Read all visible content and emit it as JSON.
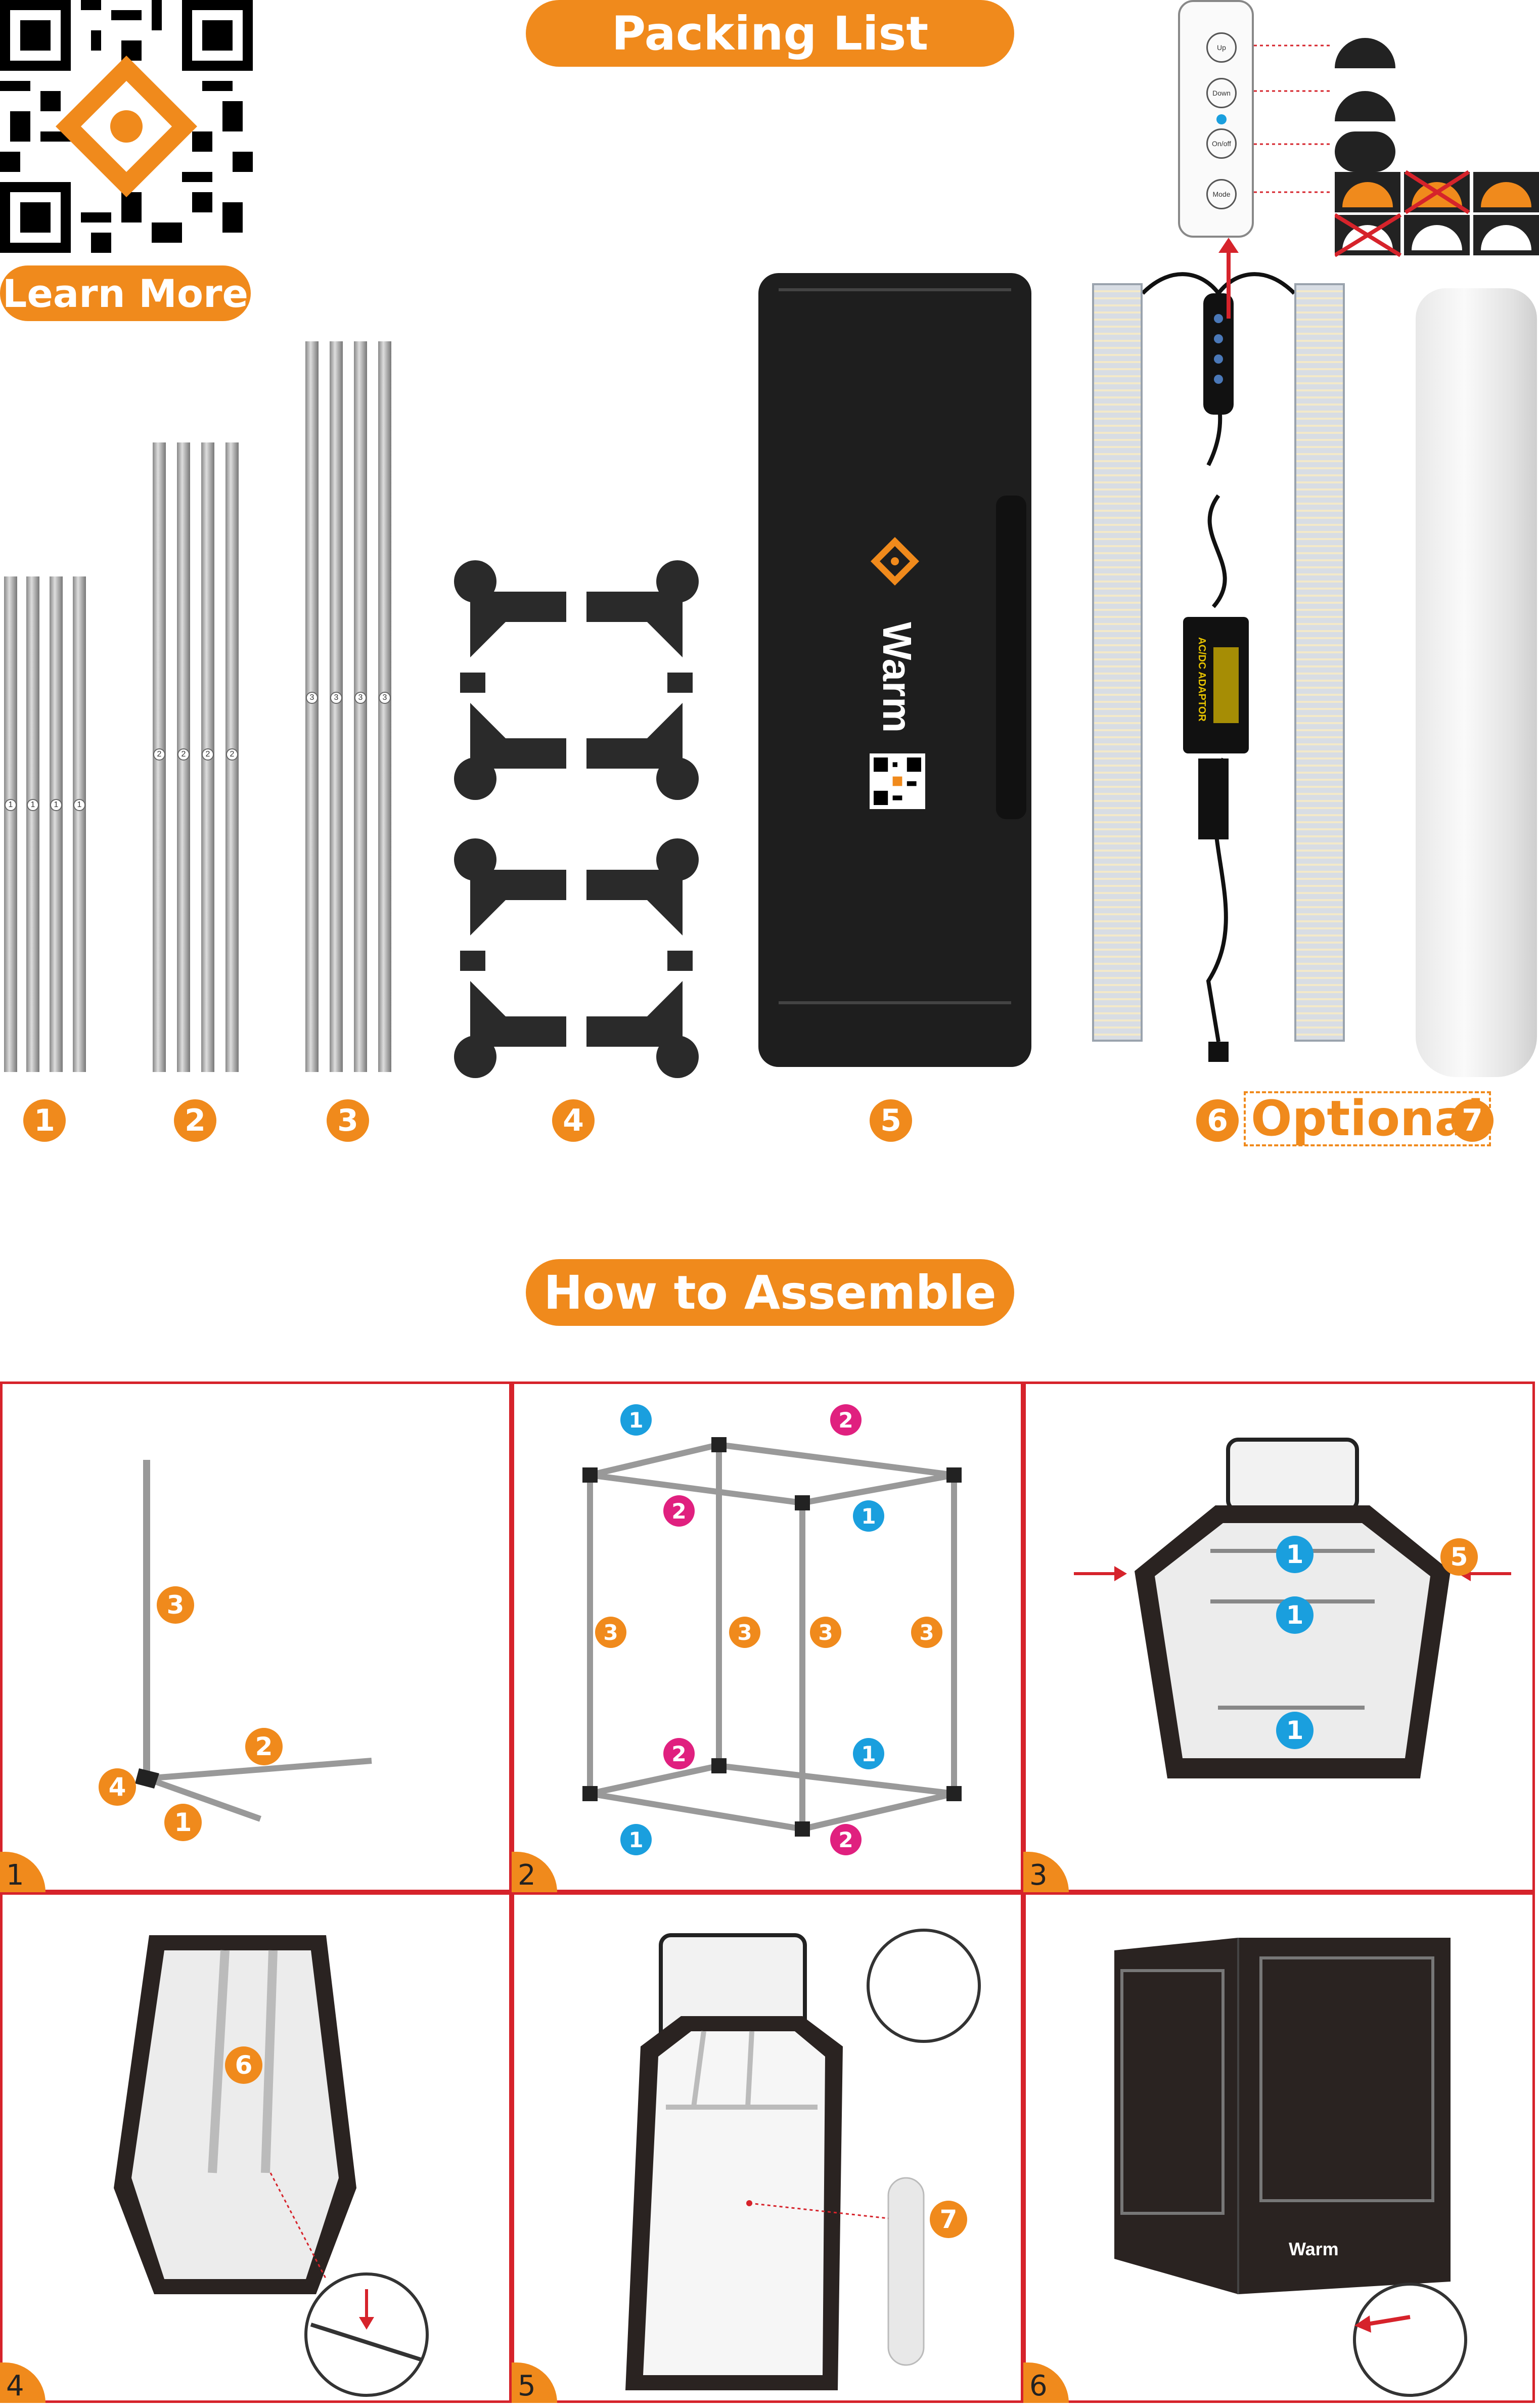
{
  "header": {
    "packing_title": "Packing List",
    "assemble_title": "How to Assemble",
    "learn_more": "Learn More",
    "optional": "Optional",
    "brand": "Warm"
  },
  "packing": {
    "item_numbers": [
      "1",
      "2",
      "3",
      "4",
      "5",
      "6",
      "7"
    ],
    "rod_labels": [
      "1",
      "2",
      "3"
    ],
    "adaptor_label": "AC/DC ADAPTOR"
  },
  "controller": {
    "buttons": [
      "Up",
      "Down",
      "On/off",
      "Mode"
    ]
  },
  "steps": [
    {
      "index": "1",
      "labels": [
        "3",
        "2",
        "4",
        "1"
      ]
    },
    {
      "index": "2",
      "labels": [
        "1",
        "2",
        "2",
        "1",
        "3",
        "3",
        "3",
        "3",
        "2",
        "1",
        "1",
        "2"
      ]
    },
    {
      "index": "3",
      "labels": [
        "1",
        "1",
        "1",
        "5"
      ]
    },
    {
      "index": "4",
      "labels": [
        "6"
      ]
    },
    {
      "index": "5",
      "labels": [
        "7"
      ]
    },
    {
      "index": "6",
      "labels": []
    }
  ],
  "colors": {
    "accent": "#f08a1c",
    "frame": "#d6232b",
    "blue": "#1a9fde",
    "magenta": "#e0207f"
  }
}
